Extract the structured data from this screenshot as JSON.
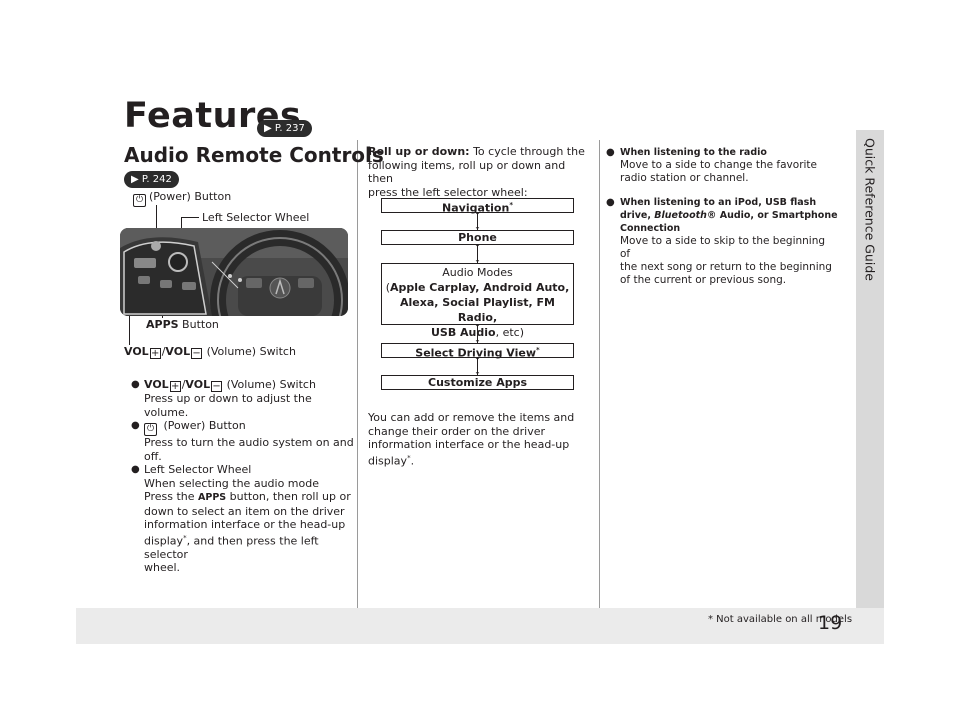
{
  "page": {
    "title": "Features",
    "title_ref": "P. 237",
    "side_tab": "Quick Reference Guide",
    "page_number": "19",
    "footnote": "* Not available on all models"
  },
  "section": {
    "title": "Audio Remote Controls",
    "ref": "P. 242"
  },
  "diagram": {
    "power_label": "(Power) Button",
    "power_symbol": "⏻",
    "left_wheel_label": "Left Selector Wheel",
    "apps_label_bold": "APPS",
    "apps_label_rest": " Button",
    "vol_up": "VOL",
    "vol_plus": "+",
    "vol_down": "VOL",
    "vol_minus": "−",
    "vol_rest": " (Volume) Switch",
    "vol_sep": "/"
  },
  "col1": {
    "vol_head_rest": " (Volume) Switch",
    "vol_desc": "Press up or down to adjust the volume.",
    "power_head": " (Power) Button",
    "power_desc": "Press to turn the audio system on and off.",
    "wheel_head": "Left Selector Wheel",
    "wheel_l1": "When selecting the audio mode",
    "wheel_l2_a": "Press the ",
    "wheel_l2_b": "APPS",
    "wheel_l2_c": " button, then roll up or",
    "wheel_l3": "down to select an item on the driver",
    "wheel_l4": "information interface or the head-up",
    "wheel_l5_a": "display",
    "wheel_l5_b": ", and then press the left selector",
    "wheel_l6": "wheel."
  },
  "col2": {
    "intro_bold": "Roll up or down:",
    "intro_l1": " To cycle through the",
    "intro_l2": "following items, roll up or down and then",
    "intro_l3": "press the left selector wheel:",
    "flow": {
      "navigation": "Navigation",
      "phone": "Phone",
      "audio_modes": "Audio Modes",
      "audio_detail_1a": "(",
      "audio_detail_1b": "Apple Carplay, Android Auto,",
      "audio_detail_2": "Alexa, Social Playlist, FM Radio,",
      "audio_detail_3a": "USB Audio",
      "audio_detail_3b": ", etc)",
      "driving_view": "Select Driving View",
      "customize": "Customize Apps"
    },
    "outro_l1": "You can add or remove the items and",
    "outro_l2": "change their order on the driver",
    "outro_l3": "information interface or the head-up",
    "outro_l4": "display",
    "outro_end": "."
  },
  "col3": {
    "radio_head": "When listening to the radio",
    "radio_l1": "Move to a side to change the favorite",
    "radio_l2": "radio station or channel.",
    "ipod_head_1": "When listening to an iPod, USB flash",
    "ipod_head_2a": "drive, ",
    "ipod_head_2b": "Bluetooth",
    "ipod_head_2c": "® Audio, or Smartphone",
    "ipod_head_3": "Connection",
    "ipod_l1": "Move to a side to skip to the beginning of",
    "ipod_l2": "the next song or return to the beginning",
    "ipod_l3": "of the current or previous song."
  },
  "asterisk": "*"
}
